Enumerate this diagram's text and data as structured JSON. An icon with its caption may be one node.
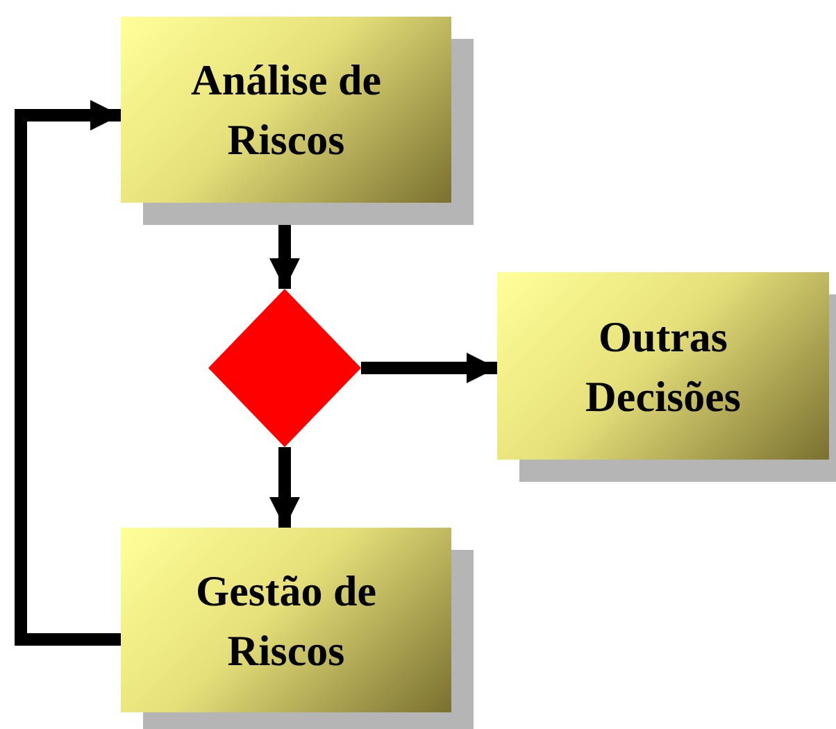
{
  "diagram": {
    "nodes": [
      {
        "text": [
          "Análise de Riscos"
        ]
      },
      {
        "text": [],
        "shape": "diamond"
      },
      {
        "text": [
          "Outras Decisões"
        ]
      },
      {
        "text": [
          "Gestão de Riscos"
        ]
      }
    ],
    "edges": [
      {
        "from": 0,
        "to": 1,
        "arrow": "to"
      },
      {
        "from": 1,
        "to": 2,
        "arrow": "to"
      },
      {
        "from": 1,
        "to": 3,
        "arrow": "to"
      },
      {
        "from": 3,
        "to": 0,
        "arrow": "to"
      }
    ]
  }
}
